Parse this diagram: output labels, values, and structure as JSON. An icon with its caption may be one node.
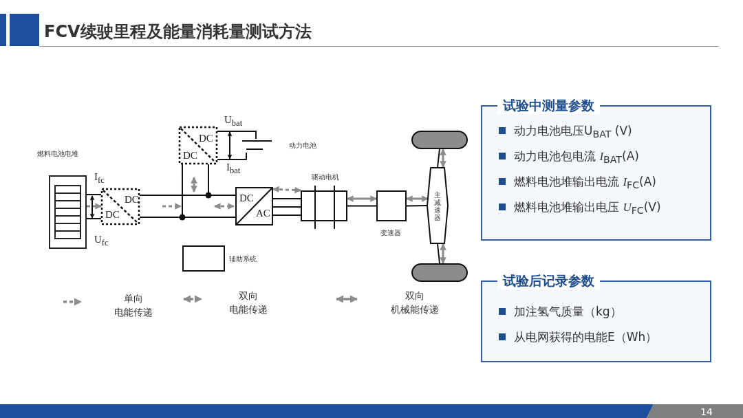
{
  "diagram": {
    "title": "FCV续驶里程及能量消耗量测试方法",
    "nodes": [
      {
        "text": [
          "燃料电池电堆"
        ]
      },
      {
        "text": [
          "DC",
          "DC"
        ]
      },
      {
        "text": [
          "DC",
          "DC"
        ]
      },
      {
        "text": [
          "动力电池"
        ]
      },
      {
        "text": [
          "DC",
          "AC"
        ]
      },
      {
        "text": [
          "驱动电机"
        ]
      },
      {
        "text": [
          "变速器"
        ]
      },
      {
        "text": [
          "主减速器"
        ]
      },
      {
        "text": [],
        "shape": "box"
      },
      {
        "text": [],
        "shape": "box"
      },
      {
        "text": [
          "辅助系统"
        ]
      },
      {
        "text": [
          "试验中测量参数",
          "动力电池电压U$_{BAT}$ (V)",
          "动力电池包电流 *I*$_{BAT}$(A)",
          "燃料电池堆输出电流 *I*$_{FC}$(A)",
          "燃料电池堆输出电压 *U*$_{FC}$(V)"
        ]
      },
      {
        "text": [
          "试验后记录参数",
          "加注氢气质量（kg）",
          "从电网获得的电能E（Wh）"
        ]
      }
    ],
    "edges": [
      {
        "from": 0,
        "to": 1,
        "arrow": "none"
      },
      {
        "from": 0,
        "to": 1,
        "arrow": "none"
      },
      {
        "from": 1,
        "to": 4,
        "arrow": "none"
      },
      {
        "from": 1,
        "to": 4,
        "arrow": "none"
      },
      {
        "from": 2,
        "to": 4,
        "arrow": "none"
      },
      {
        "from": 2,
        "to": 4,
        "arrow": "none"
      },
      {
        "from": 2,
        "to": 3,
        "arrow": "none"
      },
      {
        "from": 2,
        "to": 3,
        "arrow": "none"
      },
      {
        "from": 4,
        "to": 5,
        "arrow": "none"
      },
      {
        "from": 4,
        "to": 5,
        "arrow": "none"
      },
      {
        "from": 4,
        "to": 5,
        "arrow": "none"
      },
      {
        "from": 5,
        "to": 6,
        "arrow": "none"
      },
      {
        "from": 6,
        "to": 7,
        "arrow": "none"
      },
      {
        "from": 7,
        "to": 8,
        "arrow": "none"
      },
      {
        "from": 7,
        "to": 9,
        "arrow": "none"
      },
      {
        "from": 0,
        "to": 1,
        "arrow": "to",
        "style": "dashed",
        "color": "#8c8c8c"
      },
      {
        "from": 4,
        "to": 5,
        "arrow": "both",
        "style": "dashed",
        "color": "#8c8c8c"
      },
      {
        "from": 5,
        "to": 6,
        "arrow": "both",
        "color": "#8c8c8c"
      },
      {
        "from": 6,
        "to": 7,
        "arrow": "both",
        "color": "#8c8c8c"
      },
      {
        "from": 7,
        "to": 8,
        "arrow": "both",
        "color": "#8c8c8c"
      },
      {
        "from": 7,
        "to": 9,
        "arrow": "both",
        "color": "#8c8c8c"
      }
    ],
    "labels": [
      "I$_{fc}$",
      "U$_{fc}$",
      "U$_{bat}$",
      "I$_{bat}$",
      "14"
    ],
    "legend": [
      {
        "text": "单向电能传递"
      },
      {
        "text": "双向电能传递"
      },
      {
        "text": "双向机械能传递"
      }
    ]
  }
}
